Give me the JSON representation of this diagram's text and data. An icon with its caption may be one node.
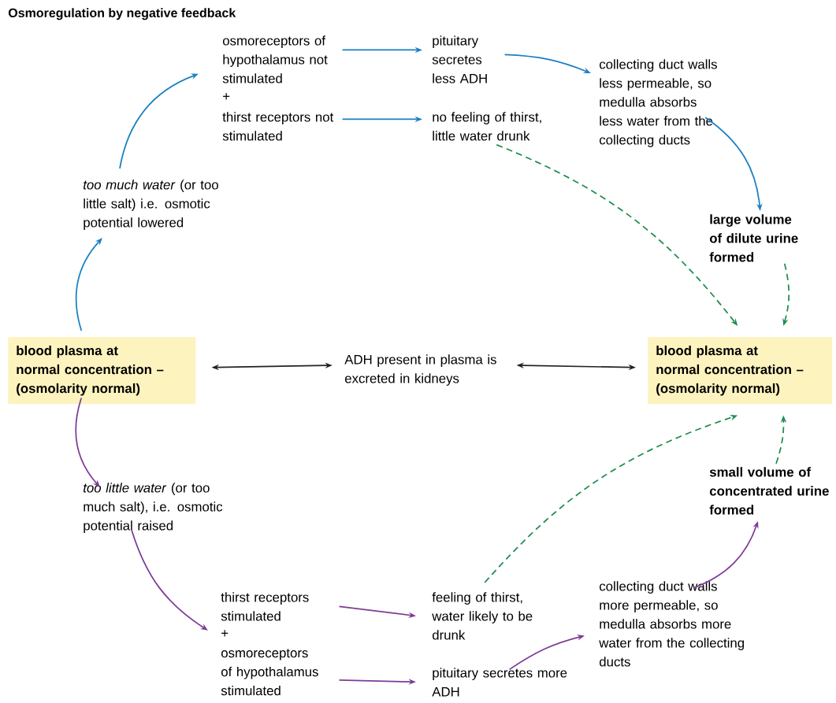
{
  "diagram": {
    "title": "Osmoregulation by negative feedback",
    "nodes": [
      {
        "text": [
          "blood plasma at normal concentration – (osmolarity normal)"
        ]
      },
      {
        "text": [
          "*too much water* (or too little salt) i.e. osmotic potential lowered"
        ]
      },
      {
        "text": [
          "osmoreceptors of hypothalamus not stimulated"
        ]
      },
      {
        "text": [
          "thirst receptors not stimulated"
        ]
      },
      {
        "text": [
          "pituitary secretes less ADH"
        ]
      },
      {
        "text": [
          "no feeling of thirst, little water drunk"
        ]
      },
      {
        "text": [
          "collecting duct walls less permeable, so medulla absorbs less water from the collecting ducts"
        ]
      },
      {
        "text": [
          "large volume of dilute urine formed"
        ]
      },
      {
        "text": [
          "blood plasma at normal concentration – (osmolarity normal)"
        ]
      },
      {
        "text": [
          "ADH present in plasma is excreted in kidneys"
        ]
      },
      {
        "text": [
          "*too little water* (or too much salt), i.e. osmotic potential raised"
        ]
      },
      {
        "text": [
          "thirst receptors stimulated"
        ]
      },
      {
        "text": [
          "osmoreceptors of hypothalamus stimulated"
        ]
      },
      {
        "text": [
          "feeling of thirst, water likely to be drunk"
        ]
      },
      {
        "text": [
          "pituitary secretes more ADH"
        ]
      },
      {
        "text": [
          "collecting duct walls more permeable, so medulla absorbs more water from the collecting ducts"
        ]
      },
      {
        "text": [
          "small volume of concentrated urine formed"
        ]
      }
    ],
    "edges": [
      {
        "from": 0,
        "to": 1,
        "arrow": "to",
        "color": "#1a7fc1"
      },
      {
        "from": 1,
        "to": 2,
        "arrow": "to",
        "color": "#1a7fc1"
      },
      {
        "from": 2,
        "to": 4,
        "arrow": "to",
        "color": "#1a7fc1"
      },
      {
        "from": 3,
        "to": 5,
        "arrow": "to",
        "color": "#1a7fc1"
      },
      {
        "from": 4,
        "to": 6,
        "arrow": "to",
        "color": "#1a7fc1"
      },
      {
        "from": 6,
        "to": 7,
        "arrow": "to",
        "color": "#1a7fc1"
      },
      {
        "from": 5,
        "to": 8,
        "arrow": "to",
        "style": "dashed",
        "color": "#1e8c4e"
      },
      {
        "from": 7,
        "to": 8,
        "arrow": "to",
        "style": "dashed",
        "color": "#1e8c4e"
      },
      {
        "from": 0,
        "to": 9,
        "arrow": "both",
        "color": "#222222"
      },
      {
        "from": 9,
        "to": 8,
        "arrow": "both",
        "color": "#222222"
      },
      {
        "from": 0,
        "to": 10,
        "arrow": "to",
        "color": "#7e3a96"
      },
      {
        "from": 10,
        "to": 11,
        "arrow": "to",
        "color": "#7e3a96"
      },
      {
        "from": 11,
        "to": 13,
        "arrow": "to",
        "color": "#7e3a96"
      },
      {
        "from": 12,
        "to": 14,
        "arrow": "to",
        "color": "#7e3a96"
      },
      {
        "from": 14,
        "to": 15,
        "arrow": "to",
        "color": "#7e3a96"
      },
      {
        "from": 15,
        "to": 16,
        "arrow": "to",
        "color": "#7e3a96"
      },
      {
        "from": 13,
        "to": 8,
        "arrow": "to",
        "style": "dashed",
        "color": "#1e8c4e"
      },
      {
        "from": 16,
        "to": 8,
        "arrow": "to",
        "style": "dashed",
        "color": "#1e8c4e"
      }
    ],
    "labels": [
      "+",
      "+"
    ]
  }
}
